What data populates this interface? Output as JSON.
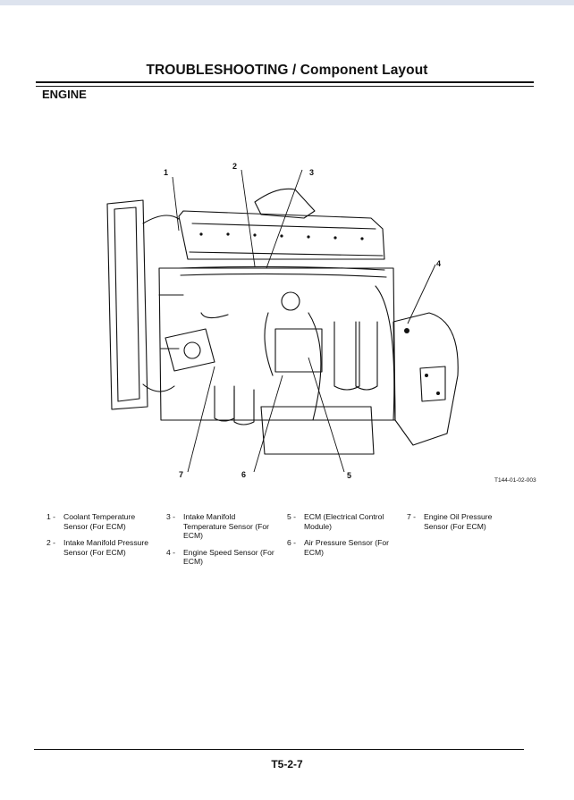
{
  "header": {
    "title": "TROUBLESHOOTING / Component Layout",
    "section": "ENGINE"
  },
  "figure": {
    "code": "T144-01-02-003",
    "callouts": [
      "1",
      "2",
      "3",
      "4",
      "5",
      "6",
      "7"
    ]
  },
  "legend": {
    "items": [
      {
        "num": "1 -",
        "text": "Coolant Temperature Sensor (For ECM)"
      },
      {
        "num": "2 -",
        "text": "Intake Manifold Pressure Sensor (For ECM)"
      },
      {
        "num": "3 -",
        "text": "Intake Manifold Temperature Sensor (For ECM)"
      },
      {
        "num": "4 -",
        "text": "Engine Speed Sensor (For ECM)"
      },
      {
        "num": "5 -",
        "text": "ECM (Electrical Control Module)"
      },
      {
        "num": "6 -",
        "text": "Air Pressure Sensor (For ECM)"
      },
      {
        "num": "7 -",
        "text": "Engine Oil Pressure Sensor (For ECM)"
      }
    ]
  },
  "footer": {
    "page_number": "T5-2-7"
  }
}
